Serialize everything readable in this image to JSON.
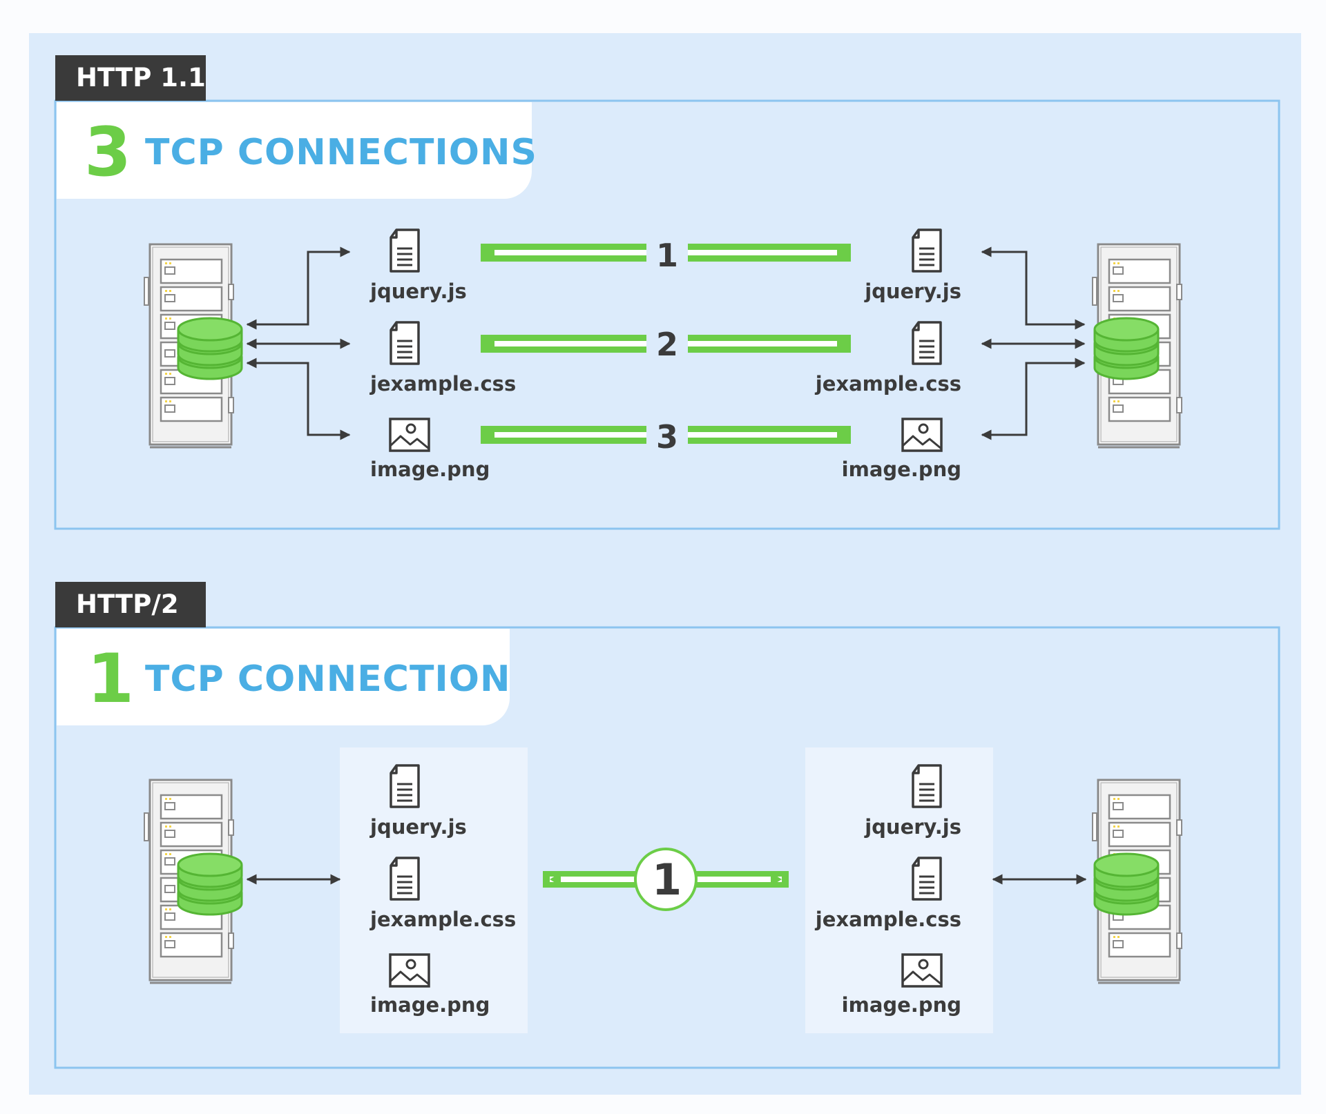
{
  "http11": {
    "tag": "HTTP 1.1",
    "count": "3",
    "title": "TCP CONNECTIONS",
    "connections": [
      "1",
      "2",
      "3"
    ],
    "client_files": [
      "jquery.js",
      "jexample.css",
      "image.png"
    ],
    "server_files": [
      "jquery.js",
      "jexample.css",
      "image.png"
    ]
  },
  "http2": {
    "tag": "HTTP/2",
    "count": "1",
    "title": "TCP CONNECTION",
    "connection": "1",
    "client_files": [
      "jquery.js",
      "jexample.css",
      "image.png"
    ],
    "server_files": [
      "jquery.js",
      "jexample.css",
      "image.png"
    ]
  },
  "colors": {
    "panel_bg": "#dcebfb",
    "panel_border": "#8cc4ef",
    "green": "#6ccd47",
    "green_dark": "#55b534",
    "tag_bg": "#3a3a3a",
    "title_blue": "#4aaee4",
    "ink": "#3b3b3b"
  },
  "icons": [
    "server-rack-icon",
    "database-icon",
    "document-icon",
    "image-icon",
    "double-arrow-icon"
  ]
}
